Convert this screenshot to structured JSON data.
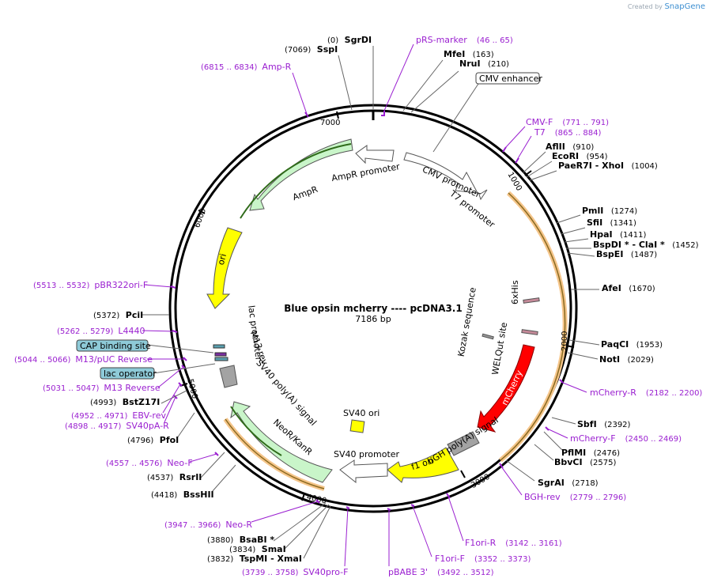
{
  "credit": {
    "prefix": "Created by",
    "brand": "SnapGene"
  },
  "plasmid": {
    "name": "Blue opsin mcherry ----  pcDNA3.1",
    "length_label": "7186 bp"
  },
  "ticks": [
    "1000",
    "2000",
    "3000",
    "4000",
    "5000",
    "6000",
    "7000"
  ],
  "enzymes": [
    {
      "pos": "(0)",
      "name": "SgrDI"
    },
    {
      "pos": "(7069)",
      "name": "SspI"
    },
    {
      "pos": "(163)",
      "name": "MfeI"
    },
    {
      "pos": "(210)",
      "name": "NruI"
    },
    {
      "pos": "(910)",
      "name": "AflII"
    },
    {
      "pos": "(954)",
      "name": "EcoRI"
    },
    {
      "pos": "(1004)",
      "name": "PaeR7I - XhoI"
    },
    {
      "pos": "(1274)",
      "name": "PmlI"
    },
    {
      "pos": "(1341)",
      "name": "SfiI"
    },
    {
      "pos": "(1411)",
      "name": "HpaI"
    },
    {
      "pos": "(1452)",
      "name": "BspDI * - ClaI *"
    },
    {
      "pos": "(1487)",
      "name": "BspEI"
    },
    {
      "pos": "(1670)",
      "name": "AfeI"
    },
    {
      "pos": "(1953)",
      "name": "PaqCI"
    },
    {
      "pos": "(2029)",
      "name": "NotI"
    },
    {
      "pos": "(2392)",
      "name": "SbfI"
    },
    {
      "pos": "(2476)",
      "name": "PflMI"
    },
    {
      "pos": "(2575)",
      "name": "BbvCI"
    },
    {
      "pos": "(2718)",
      "name": "SgrAI"
    },
    {
      "pos": "(3880)",
      "name": "BsaBI *"
    },
    {
      "pos": "(3834)",
      "name": "SmaI"
    },
    {
      "pos": "(3832)",
      "name": "TspMI - XmaI"
    },
    {
      "pos": "(4418)",
      "name": "BssHII"
    },
    {
      "pos": "(4537)",
      "name": "RsrII"
    },
    {
      "pos": "(4796)",
      "name": "PfoI"
    },
    {
      "pos": "(4993)",
      "name": "BstZ17I"
    },
    {
      "pos": "(5372)",
      "name": "PciI"
    }
  ],
  "primers": [
    {
      "name": "pRS-marker",
      "range": "(46 .. 65)"
    },
    {
      "name": "Amp-R",
      "range": "(6815 .. 6834)"
    },
    {
      "name": "CMV-F",
      "range": "(771 .. 791)"
    },
    {
      "name": "T7",
      "range": "(865 .. 884)"
    },
    {
      "name": "mCherry-R",
      "range": "(2182 .. 2200)"
    },
    {
      "name": "mCherry-F",
      "range": "(2450 .. 2469)"
    },
    {
      "name": "BGH-rev",
      "range": "(2779 .. 2796)"
    },
    {
      "name": "F1ori-R",
      "range": "(3142 .. 3161)"
    },
    {
      "name": "F1ori-F",
      "range": "(3352 .. 3373)"
    },
    {
      "name": "pBABE 3'",
      "range": "(3492 .. 3512)"
    },
    {
      "name": "SV40pro-F",
      "range": "(3739 .. 3758)"
    },
    {
      "name": "Neo-R",
      "range": "(3947 .. 3966)"
    },
    {
      "name": "Neo-F",
      "range": "(4557 .. 4576)"
    },
    {
      "name": "SV40pA-R",
      "range": "(4898 .. 4917)"
    },
    {
      "name": "EBV-rev",
      "range": "(4952 .. 4971)"
    },
    {
      "name": "M13 Reverse",
      "range": "(5031 .. 5047)"
    },
    {
      "name": "M13/pUC Reverse",
      "range": "(5044 .. 5066)"
    },
    {
      "name": "L4440",
      "range": "(5262 .. 5279)"
    },
    {
      "name": "pBR322ori-F",
      "range": "(5513 .. 5532)"
    }
  ],
  "boxed_features": [
    "CMV enhancer",
    "CAP binding site",
    "lac operator"
  ],
  "features": {
    "cmv_promoter": "CMV promoter",
    "t7_promoter": "T7 promoter",
    "his6": "6xHis",
    "kozak": "Kozak sequence",
    "welqut": "WELQut site",
    "mcherry": "mCherry",
    "bgh": "bGH poly(A) signal",
    "f1ori": "f1 ori",
    "sv40_promoter": "SV40 promoter",
    "sv40_ori": "SV40 ori",
    "neokan": "NeoR/KanR",
    "sv40_polya": "SV40 poly(A) signal",
    "m13rev": "M13 rev",
    "lac_promoter": "lac promoter",
    "ori": "ori",
    "ampr": "AmpR",
    "ampr_promoter": "AmpR promoter"
  },
  "colors": {
    "backbone": "#000000",
    "primer": "#9a1fd0",
    "orf_highlight": "#f5c58a",
    "ampr": "#c9f5c9",
    "ori": "#ffff00",
    "mcherry": "#ff0000",
    "cap_box": "#8ecad8",
    "polyA": "#a3a3a3"
  }
}
